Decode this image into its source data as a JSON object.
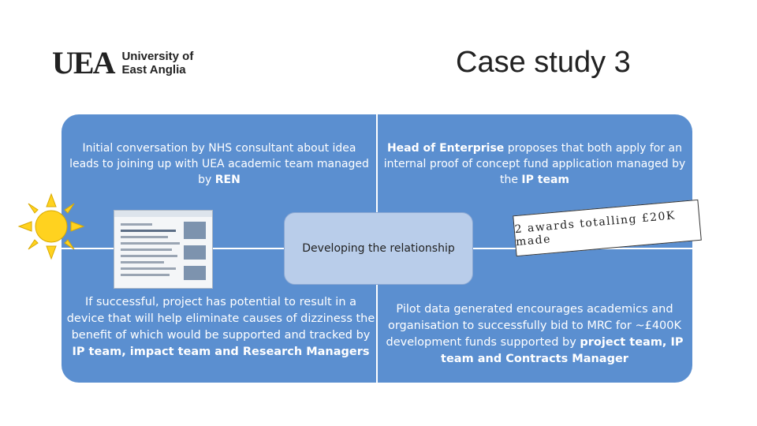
{
  "logo": {
    "mark": "UEA",
    "line1": "University of",
    "line2": "East Anglia"
  },
  "title": "Case study 3",
  "quadrants": {
    "top_left": {
      "pre": "Initial conversation by NHS consultant about idea leads to joining up with UEA academic team managed by ",
      "bold": "REN"
    },
    "top_right": {
      "bold1": "Head of Enterprise",
      "mid": " proposes that both apply for an internal proof of concept fund application managed by the ",
      "bold2": "IP team"
    },
    "bottom_left": {
      "pre": "If successful, project has potential to result in a device that will help eliminate causes of dizziness the benefit of which would be supported and tracked by ",
      "bold": "IP team, impact team and Research Managers"
    },
    "bottom_right": {
      "pre": "Pilot data generated encourages academics and organisation to successfully bid to MRC for ~£400K development funds supported by ",
      "bold": "project team, IP team and Contracts Manager"
    }
  },
  "center_label": "Developing the relationship",
  "awards_note": "2 awards totalling £20K made",
  "colors": {
    "panel": "#5b8fd0",
    "center": "#b9cdea",
    "sun": "#ffd21f"
  }
}
